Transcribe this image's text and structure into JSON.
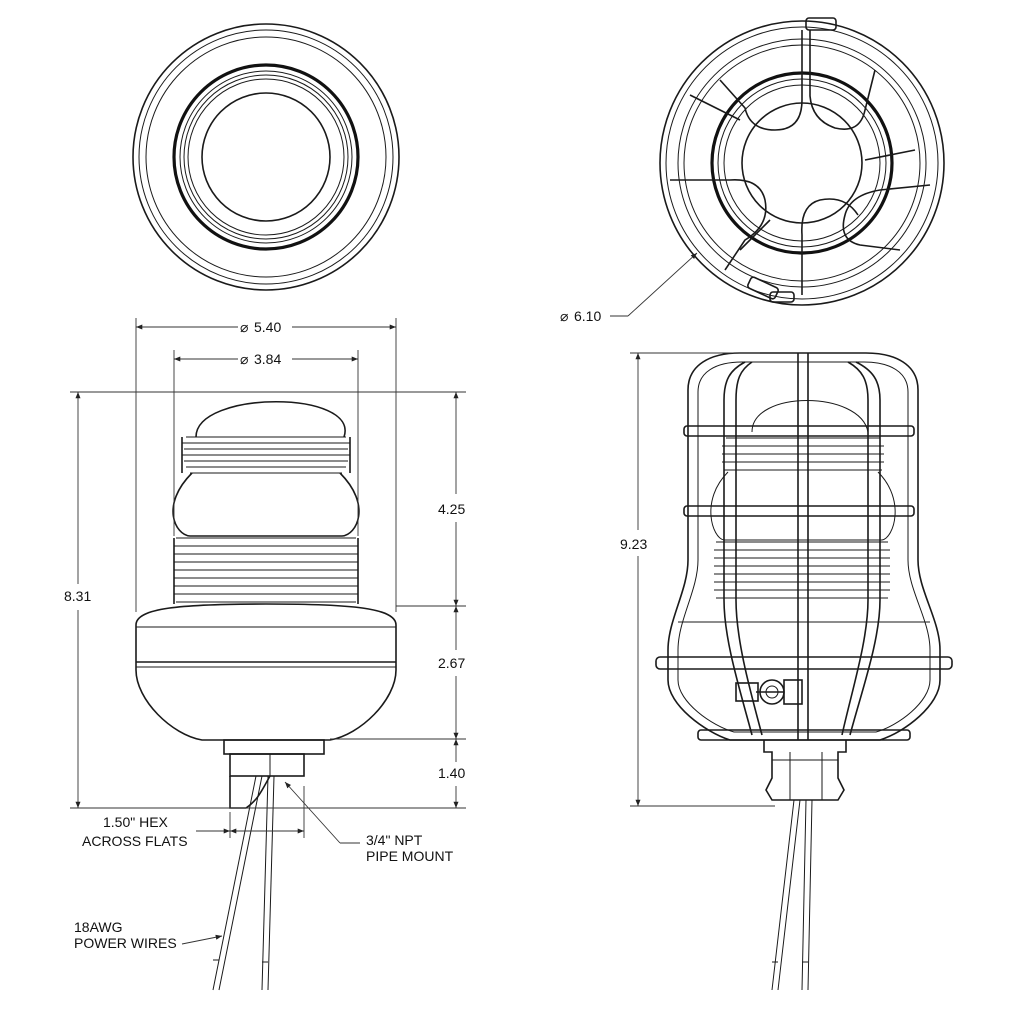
{
  "dimensions": {
    "outer_diameter": "5.40",
    "lens_diameter": "3.84",
    "cage_diameter": "6.10",
    "overall_height": "8.31",
    "lens_height": "4.25",
    "base_height": "2.67",
    "mount_height": "1.40",
    "caged_height": "9.23",
    "diameter_symbol": "⌀"
  },
  "callouts": {
    "hex_line1": "1.50\" HEX",
    "hex_line2": "ACROSS FLATS",
    "npt_line1": "3/4\" NPT",
    "npt_line2": "PIPE MOUNT",
    "wires_line1": "18AWG",
    "wires_line2": "POWER WIRES"
  }
}
